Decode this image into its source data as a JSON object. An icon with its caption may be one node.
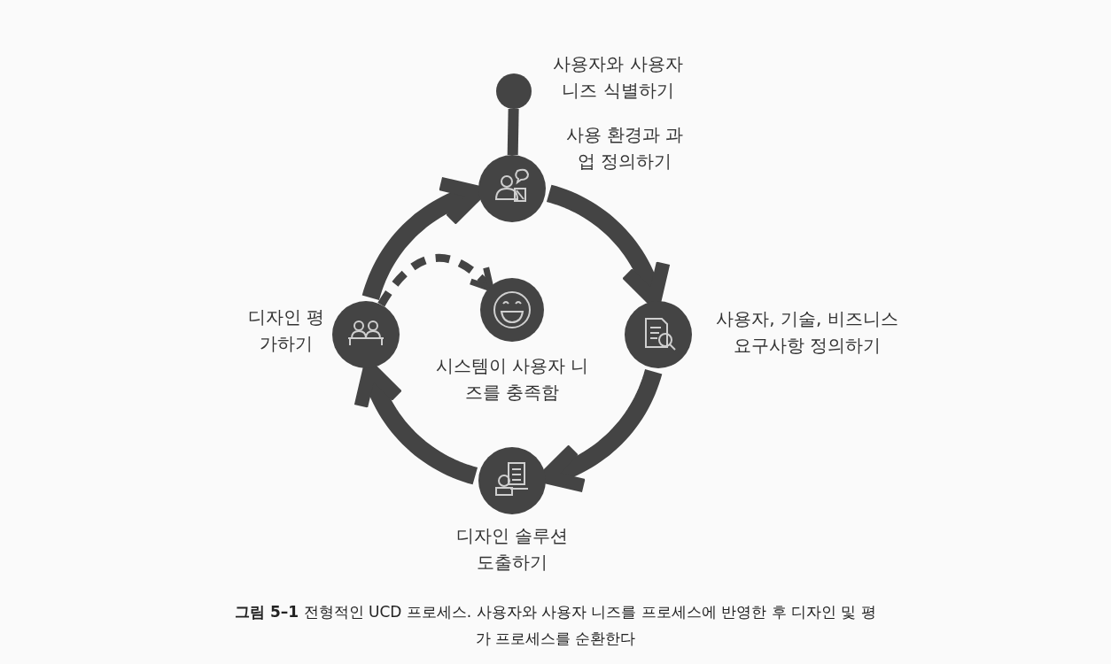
{
  "diagram": {
    "caption": "**그림 5–1** 전형적인 UCD 프로세스. 사용자와 사용자 니즈를 프로세스에 반영한 후 디자인 및 평가 프로세스를 순환한다",
    "nodes": [
      {
        "text": [],
        "shape": "circle",
        "beside": [
          "사용자와 사용자 니즈 식별하기"
        ]
      },
      {
        "text": [],
        "shape": "circle",
        "beside": [
          "사용 환경과 과업 정의하기"
        ]
      },
      {
        "text": [],
        "shape": "circle",
        "beside": [
          "사용자, 기술, 비즈니스 요구사항 정의하기"
        ]
      },
      {
        "text": [],
        "shape": "circle",
        "beside": [
          "디자인 솔루션 도출하기"
        ]
      },
      {
        "text": [],
        "shape": "circle",
        "beside": [
          "디자인 평가하기"
        ]
      },
      {
        "text": [],
        "shape": "circle",
        "beside": [
          "시스템이 사용자 니즈를 충족함"
        ]
      }
    ],
    "edges": [
      {
        "from": 0,
        "to": 1,
        "arrow": "none"
      },
      {
        "from": 1,
        "to": 2,
        "arrow": "to"
      },
      {
        "from": 2,
        "to": 3,
        "arrow": "to"
      },
      {
        "from": 3,
        "to": 4,
        "arrow": "to"
      },
      {
        "from": 4,
        "to": 1,
        "arrow": "to"
      },
      {
        "from": 4,
        "to": 5,
        "arrow": "to",
        "style": "dashed"
      }
    ]
  }
}
